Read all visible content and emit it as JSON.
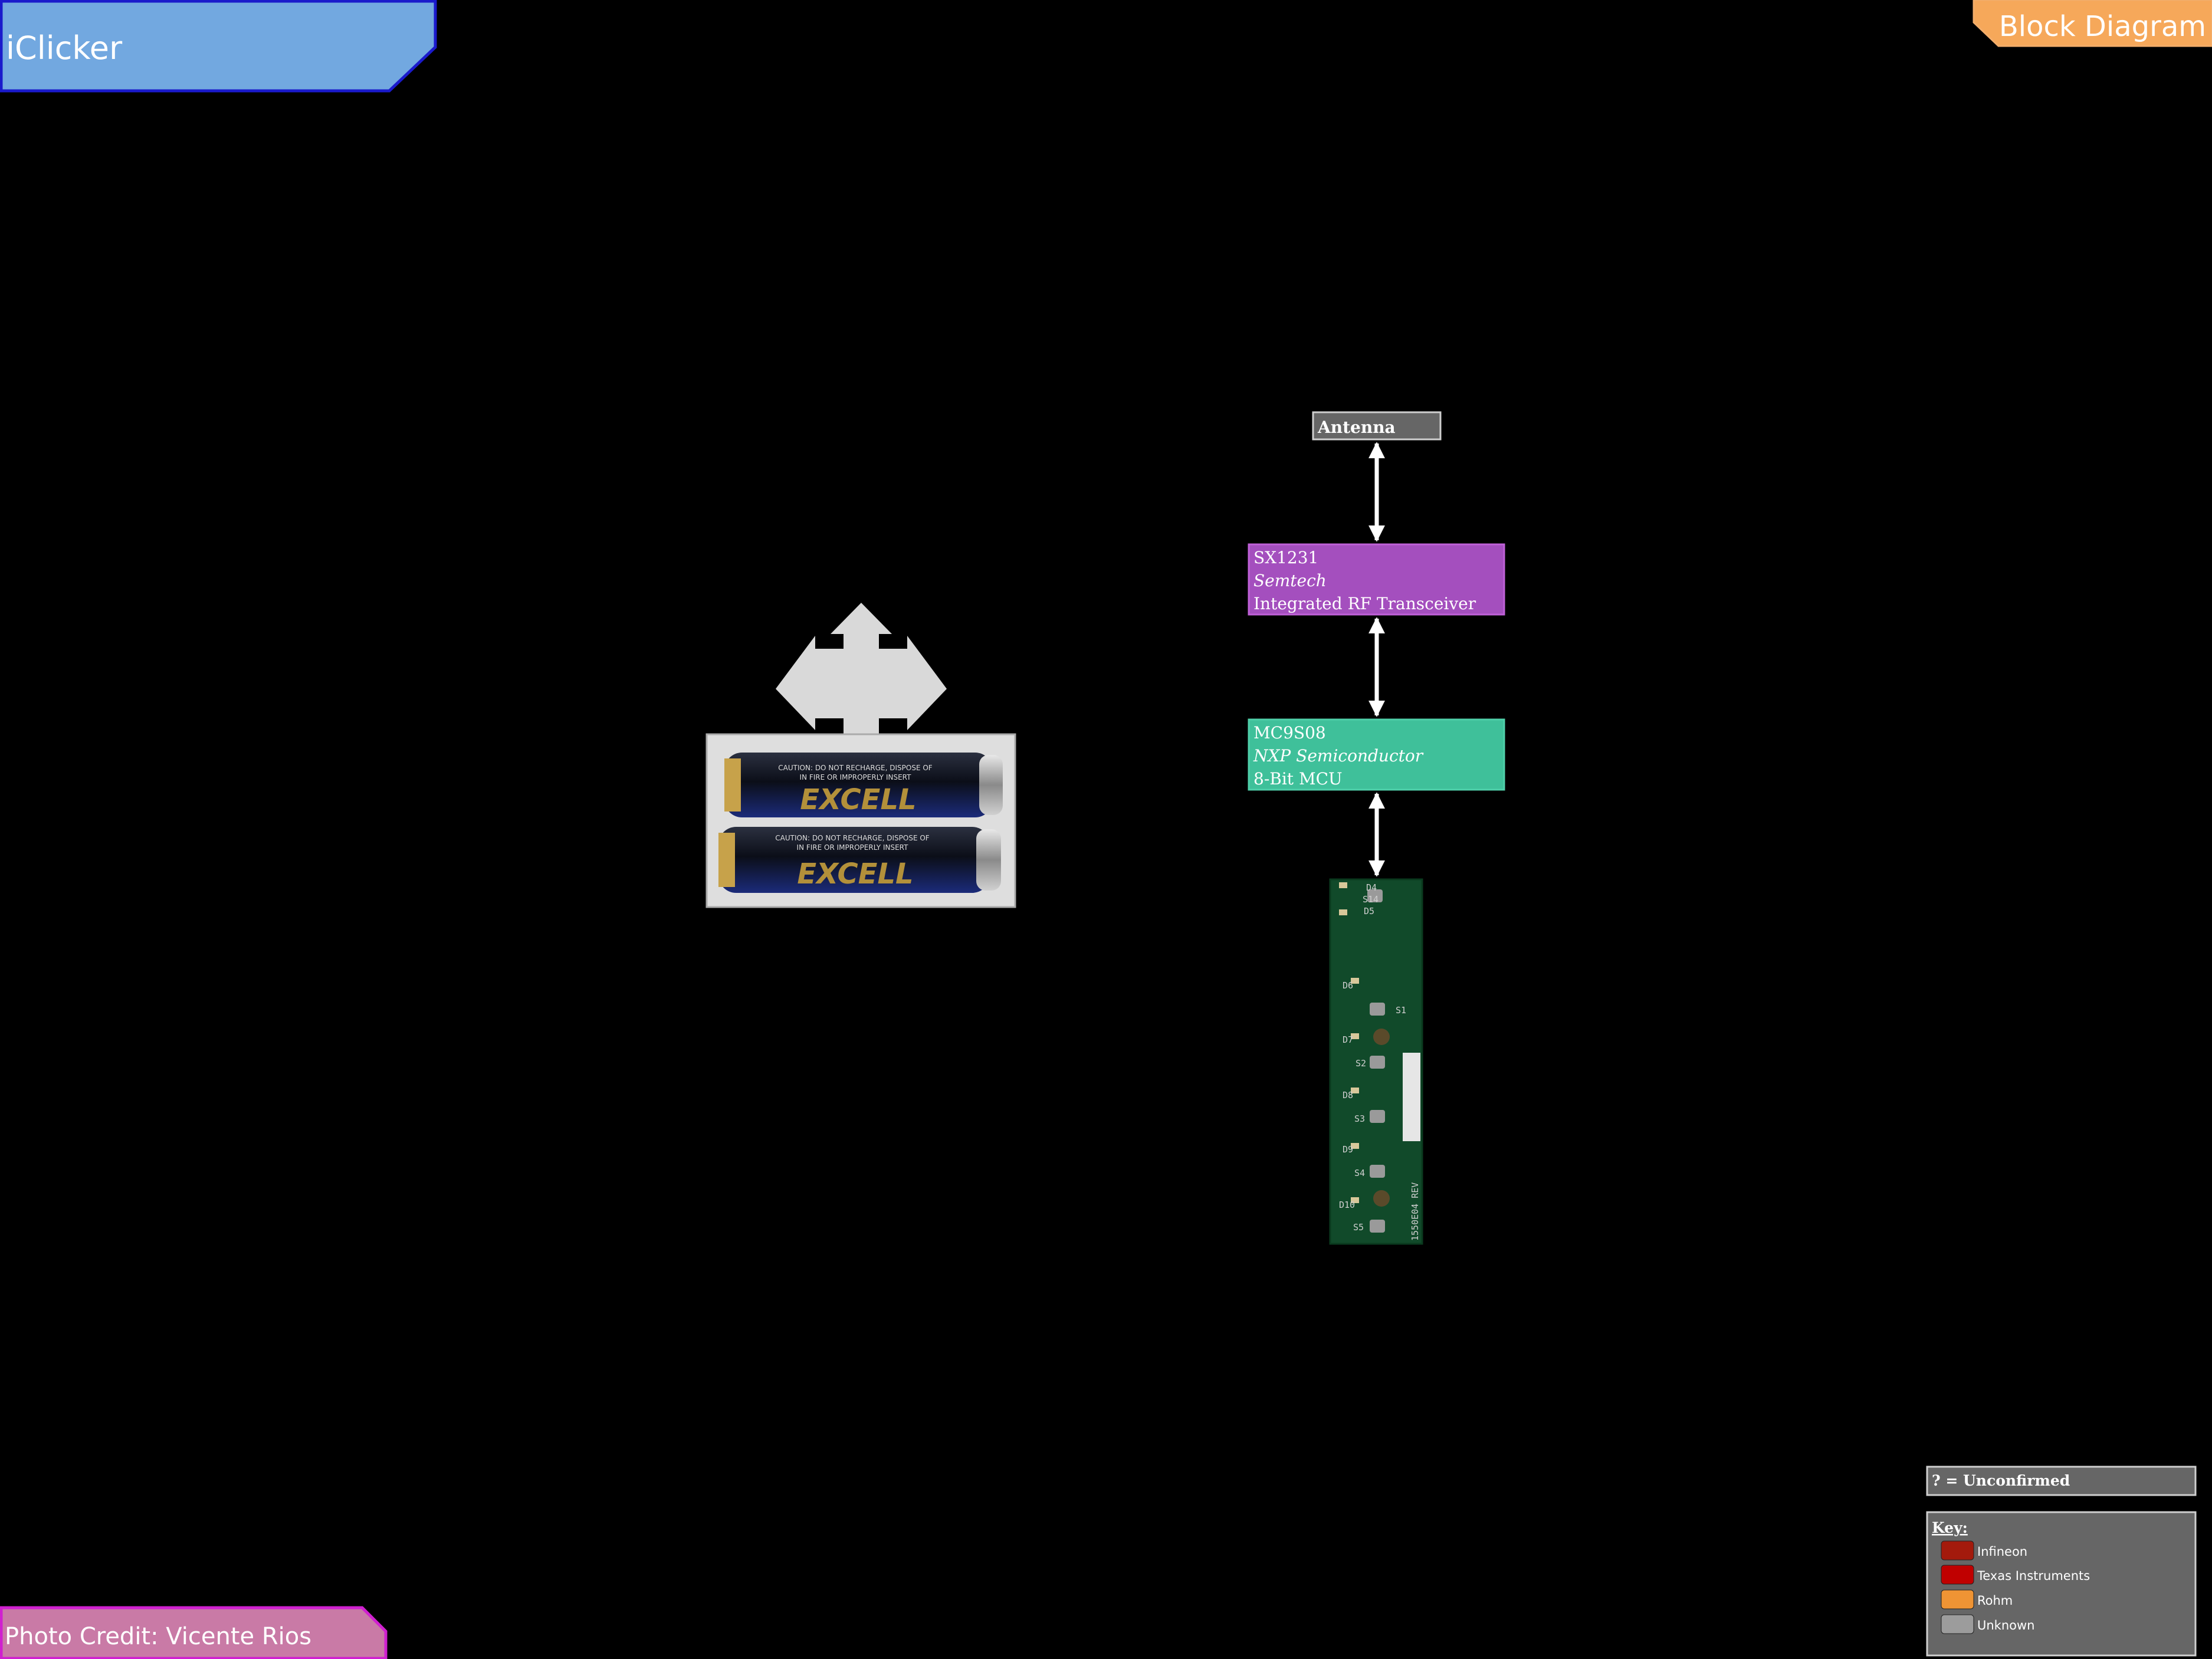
{
  "header": {
    "title": "iClicker",
    "section": "Block Diagram",
    "credit": "Photo Credit: Vicente Rios"
  },
  "blocks": {
    "antenna": {
      "label": "Antenna"
    },
    "rf": {
      "part": "SX1231",
      "maker": "Semtech",
      "desc": "Integrated RF Transceiver"
    },
    "mcu": {
      "part": "MC9S08",
      "maker": "NXP Semiconductor",
      "desc": "8-Bit MCU"
    }
  },
  "photos": {
    "battery": {
      "caution_line1": "CAUTION: DO NOT RECHARGE, DISPOSE OF",
      "caution_line2": "IN FIRE OR IMPROPERLY INSERT",
      "brand": "EXCELL"
    },
    "pcb": {
      "labels": [
        "D4",
        "S14",
        "D5",
        "D6",
        "S1",
        "D7",
        "S2",
        "D8",
        "S3",
        "D9",
        "S4",
        "D10",
        "S5"
      ],
      "rev": "1550E04 REV"
    }
  },
  "legend": {
    "unconfirmed": "? = Unconfirmed",
    "key_title": "Key:",
    "items": [
      {
        "label": "Infineon",
        "color": "#a31a0c"
      },
      {
        "label": "Texas Instruments",
        "color": "#c00000"
      },
      {
        "label": "Rohm",
        "color": "#ef9434"
      },
      {
        "label": "Unknown",
        "color": "#9c9c9c"
      }
    ]
  },
  "colors": {
    "title_bg": "#72a8e0",
    "title_border": "#1a1acc",
    "section_bg": "#f6a85a",
    "credit_bg": "#c97aa6",
    "credit_border": "#d020d0",
    "rf_bg": "#a44fbe",
    "mcu_bg": "#3fc09a",
    "antenna_bg": "#666666"
  }
}
